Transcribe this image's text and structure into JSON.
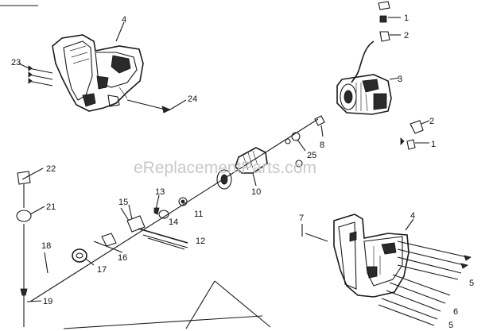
{
  "watermark": "eReplacementParts.com",
  "callouts": [
    "1",
    "2",
    "3",
    "2",
    "1",
    "4",
    "23",
    "24",
    "25",
    "8",
    "10",
    "22",
    "21",
    "13",
    "15",
    "14",
    "11",
    "12",
    "16",
    "18",
    "17",
    "19",
    "7",
    "4",
    "5",
    "6",
    "5"
  ]
}
